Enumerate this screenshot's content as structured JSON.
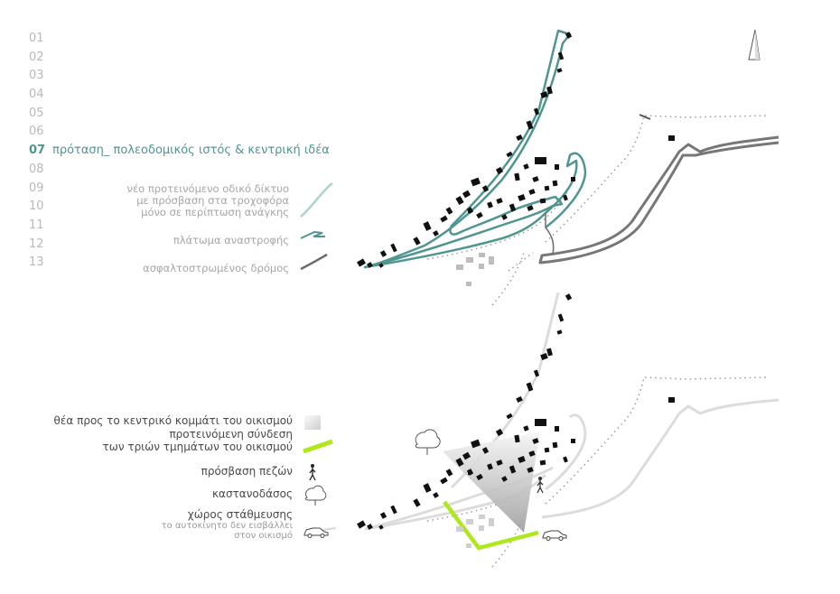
{
  "nav": {
    "items": [
      {
        "num": "01",
        "title": ""
      },
      {
        "num": "02",
        "title": ""
      },
      {
        "num": "03",
        "title": ""
      },
      {
        "num": "04",
        "title": ""
      },
      {
        "num": "05",
        "title": ""
      },
      {
        "num": "06",
        "title": ""
      },
      {
        "num": "07",
        "title": "πρόταση_ πολεοδομικός ιστός & κεντρική ιδέα",
        "active": true
      },
      {
        "num": "08",
        "title": ""
      },
      {
        "num": "09",
        "title": ""
      },
      {
        "num": "10",
        "title": ""
      },
      {
        "num": "11",
        "title": ""
      },
      {
        "num": "12",
        "title": ""
      },
      {
        "num": "13",
        "title": ""
      }
    ]
  },
  "legend_top": {
    "new_road": [
      "νέο προτεινόμενο οδικό δίκτυο",
      "με πρόσβαση στα τροχοφόρα",
      "μόνο σε περίπτωση ανάγκης"
    ],
    "turnaround": "πλάτωμα αναστροφής",
    "asphalt": "ασφαλτοστρωμένος δρόμος"
  },
  "legend_bottom": {
    "view": "θέα προς το κεντρικό κομμάτι του οικισμού",
    "connection": [
      "προτεινόμενη σύνδεση",
      "των τριών τμημάτων του οικισμού"
    ],
    "pedestrian": "πρόσβαση πεζών",
    "chestnut": "καστανοδάσος",
    "parking": "χώρος στάθμευσης",
    "parking_note": [
      "το αυτοκίνητο δεν εισβάλλει",
      "στον οικισμό"
    ]
  },
  "colors": {
    "teal": "#4f9590",
    "teal_light": "#a9d3cf",
    "asphalt": "#7a7a7a",
    "green": "#aee81a",
    "muted_text": "#a6a6a6",
    "buildings": "#111111"
  }
}
